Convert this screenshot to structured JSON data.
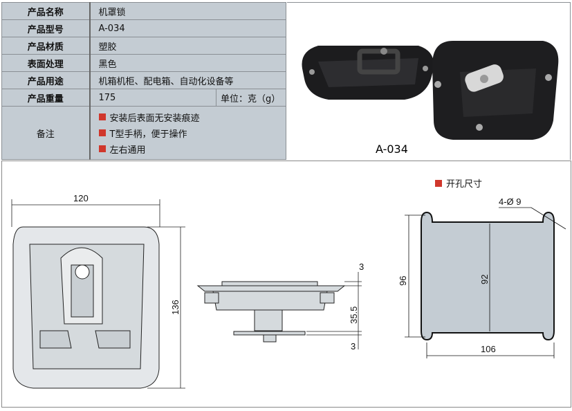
{
  "spec": {
    "rows": [
      {
        "label": "产品名称",
        "value": "机罩锁"
      },
      {
        "label": "产品型号",
        "value": "A-034"
      },
      {
        "label": "产品材质",
        "value": "塑胶"
      },
      {
        "label": "表面处理",
        "value": "黑色"
      },
      {
        "label": "产品用途",
        "value": "机箱机柜、配电箱、自动化设备等"
      }
    ],
    "weight": {
      "label": "产品重量",
      "value": "175",
      "unit": "单位：克（g）"
    },
    "notes": {
      "label": "备注",
      "items": [
        "安装后表面无安装痕迹",
        "T型手柄，便于操作",
        "左右通用"
      ]
    }
  },
  "photo": {
    "caption": "A-034"
  },
  "drawing": {
    "front": {
      "width": "120",
      "height": "136"
    },
    "side": {
      "top": "3",
      "middle": "35.5",
      "bottom": "3"
    },
    "cutout": {
      "title": "开孔尺寸",
      "holes": "4-Ø 9",
      "outer_height": "96",
      "inner_height": "92",
      "width": "106"
    }
  },
  "colors": {
    "table_bg": "#c4ccd3",
    "bullet": "#d0372c"
  }
}
